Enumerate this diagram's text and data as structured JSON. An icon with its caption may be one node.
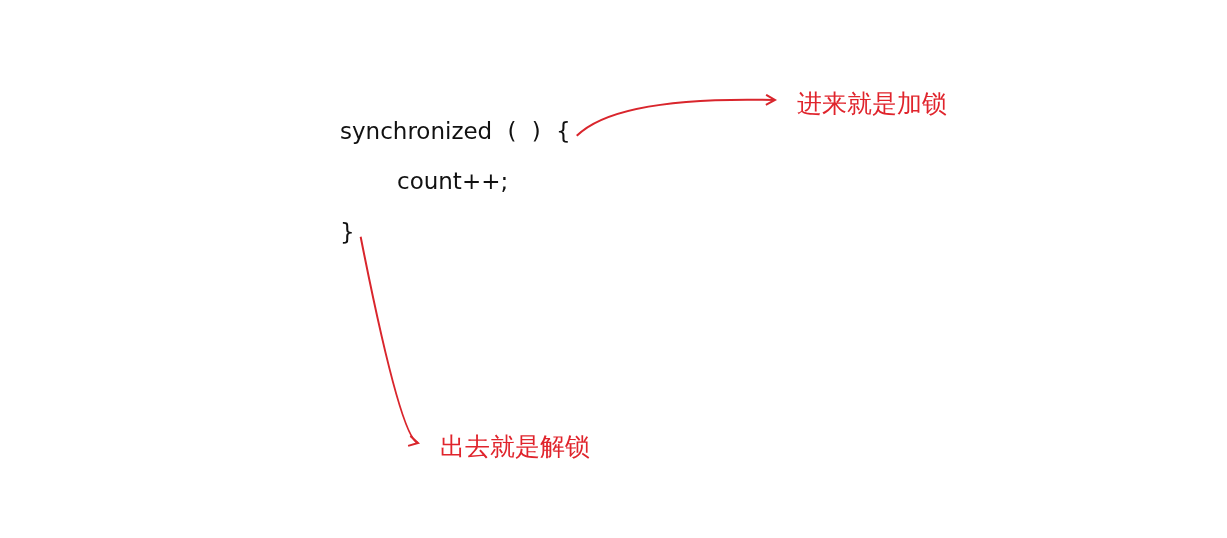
{
  "diagram": {
    "nodes": [
      {
        "text": [
          "synchronized ( ) {"
        ]
      },
      {
        "text": [
          "进来就是加锁"
        ]
      },
      {
        "text": [
          "}"
        ]
      },
      {
        "text": [
          "出去就是解锁"
        ]
      }
    ],
    "edges": [
      {
        "from": 0,
        "to": 1,
        "arrow": "to"
      },
      {
        "from": 2,
        "to": 3,
        "arrow": "to"
      }
    ],
    "labels": [
      "count++;"
    ]
  }
}
